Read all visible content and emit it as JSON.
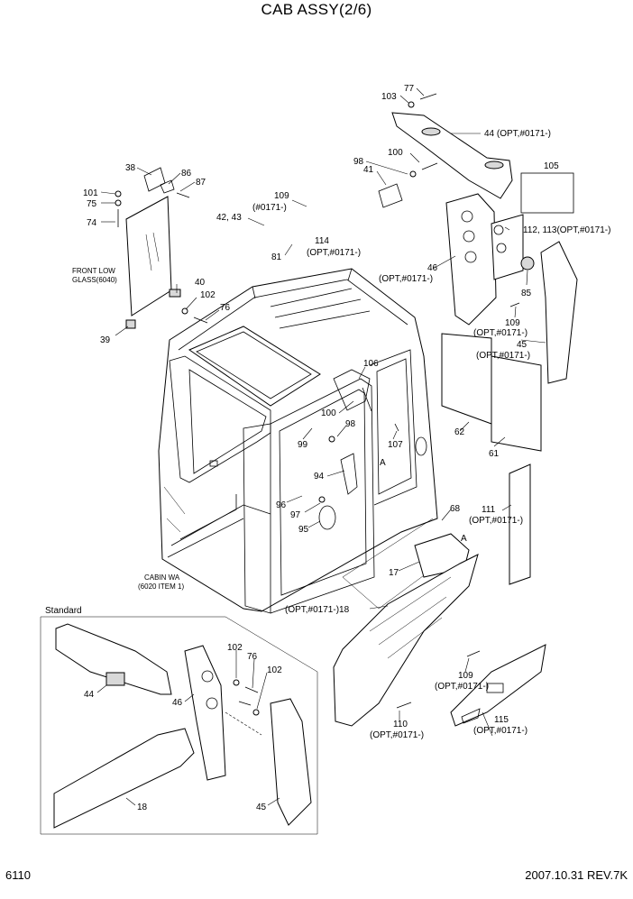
{
  "title": "CAB ASSY(2/6)",
  "page_number": "6110",
  "revision": "2007.10.31  REV.7K",
  "section_label": "Standard",
  "labels": {
    "l77": "77",
    "l103": "103",
    "l44opt": "44 (OPT,#0171-)",
    "l100a": "100",
    "l98a": "98",
    "l41": "41",
    "l105": "105",
    "l38": "38",
    "l86": "86",
    "l87": "87",
    "l101": "101",
    "l75": "75",
    "l74": "74",
    "l109a": "109",
    "l109a_opt": "(#0171-)",
    "l4243": "42, 43",
    "l112113": "112, 113(OPT,#0171-)",
    "l114": "114",
    "l114_opt": "(OPT,#0171-)",
    "l81": "81",
    "l46": "46",
    "l46_opt": "(OPT,#0171-)",
    "l85": "85",
    "l_front1": "FRONT LOW",
    "l_front2": "GLASS(6040)",
    "l40": "40",
    "l102a": "102",
    "l76a": "76",
    "l39": "39",
    "l109b": "109",
    "l109b_opt": "(OPT,#0171-)",
    "l45": "45",
    "l45_opt": "(OPT,#0171-)",
    "l106": "106",
    "l100b": "100",
    "l98b": "98",
    "l99": "99",
    "l107": "107",
    "l62": "62",
    "l61": "61",
    "lA1": "A",
    "l94": "94",
    "l96": "96",
    "l97": "97",
    "l95": "95",
    "l68": "68",
    "lA2": "A",
    "l111": "111",
    "l111_opt": "(OPT,#0171-)",
    "l17": "17",
    "l_cabin1": "CABIN WA",
    "l_cabin2": "(6020 ITEM 1)",
    "l18opt": "(OPT,#0171-)18",
    "l109c": "109",
    "l109c_opt": "(OPT,#0171-)",
    "l110": "110",
    "l110_opt": "(OPT,#0171-)",
    "l115": "115",
    "l115_opt": "(OPT,#0171-)",
    "s44": "44",
    "s102a": "102",
    "s76": "76",
    "s102b": "102",
    "s46": "46",
    "s18": "18",
    "s45": "45"
  }
}
